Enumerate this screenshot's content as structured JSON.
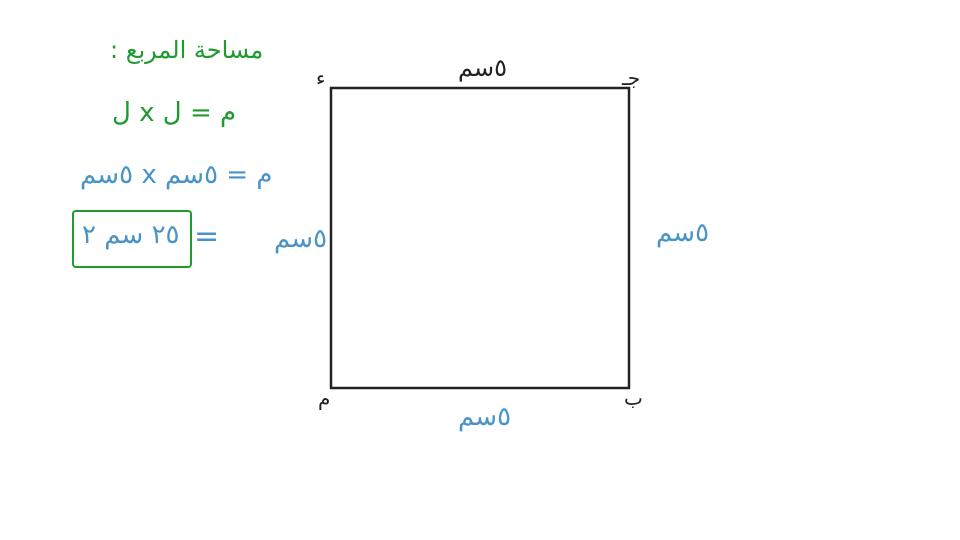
{
  "colors": {
    "ink": "#222222",
    "green": "#1f9a2e",
    "blue": "#4a93c6"
  },
  "formula": {
    "title": "مساحة المربع :",
    "general": "م = ل x ل",
    "substituted": "م = ٥سم x ٥سم",
    "result_equals": "=",
    "result": "٢٥ سم ٢"
  },
  "square": {
    "vertices": {
      "top_left": "ء",
      "top_right": "جـ",
      "bottom_left": "م",
      "bottom_right": "ب"
    },
    "side_labels": {
      "top": "٥سم",
      "right": "٥سم",
      "bottom": "٥سم",
      "left": "٥سم"
    }
  }
}
